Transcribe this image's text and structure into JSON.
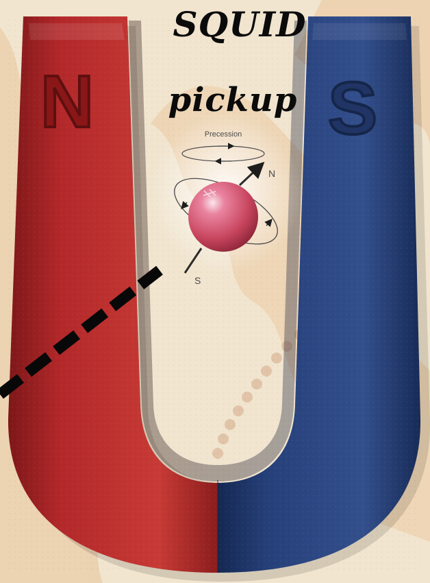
{
  "heading": {
    "line1": "SQUID",
    "line2": "pickup"
  },
  "magnet": {
    "north_label": "N",
    "south_label": "S",
    "north_color": "#b3282a",
    "south_color": "#26407a"
  },
  "spin_diagram": {
    "precession_label": "Precession",
    "axis_north_label": "N",
    "axis_south_label": "S",
    "sphere_color": "#d84f69",
    "icon": "spinning-particle-icon"
  },
  "background": {
    "paper_color": "#f1e5cf",
    "map_color": "#e8b98c"
  },
  "dashed_line_color": "#080808"
}
